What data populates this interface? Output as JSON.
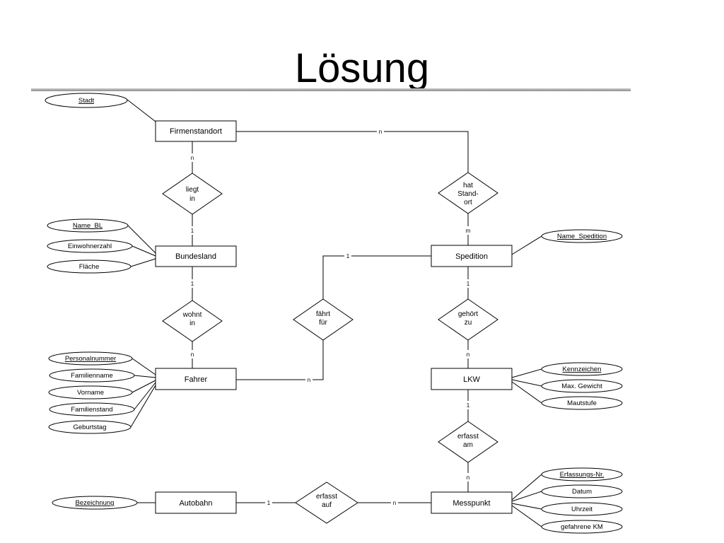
{
  "title": "Lösung",
  "entities": {
    "firmenstandort": "Firmenstandort",
    "bundesland": "Bundesland",
    "fahrer": "Fahrer",
    "autobahn": "Autobahn",
    "spedition": "Spedition",
    "lkw": "LKW",
    "messpunkt": "Messpunkt"
  },
  "relationships": {
    "liegt_in": [
      "liegt",
      "in"
    ],
    "wohnt_in": [
      "wohnt",
      "in"
    ],
    "faehrt_fuer": [
      "fährt",
      "für"
    ],
    "hat_standort": [
      "hat",
      "Stand-",
      "ort"
    ],
    "gehoert_zu": [
      "gehört",
      "zu"
    ],
    "erfasst_am": [
      "erfasst",
      "am"
    ],
    "erfasst_auf": [
      "erfasst",
      "auf"
    ]
  },
  "attributes": {
    "stadt": "Stadt",
    "name_bl": "Name_BL",
    "einwohnerzahl": "Einwohnerzahl",
    "flaeche": "Fläche",
    "personalnummer": "Personalnummer",
    "familienname": "Familienname",
    "vorname": "Vorname",
    "familienstand": "Familienstand",
    "geburtstag": "Geburtstag",
    "bezeichnung": "Bezeichnung",
    "name_spedition": "Name_Spedition",
    "kennzeichen": "Kennzeichen",
    "max_gewicht": "Max. Gewicht",
    "mautstufe": "Mautstufe",
    "erfassungs_nr": "Erfassungs-Nr.",
    "datum": "Datum",
    "uhrzeit": "Uhrzeit",
    "gefahrene_km": "gefahrene KM"
  },
  "cardinalities": {
    "firmenstandort_hat": "n",
    "firmenstandort_liegt": "n",
    "bundesland_liegt": "1",
    "bundesland_wohnt": "1",
    "fahrer_wohnt": "n",
    "fahrer_faehrt": "n",
    "spedition_faehrt": "1",
    "spedition_hat": "m",
    "spedition_gehoert": "1",
    "lkw_gehoert": "n",
    "lkw_erfasst": "1",
    "messpunkt_erfasst_am": "n",
    "autobahn_erfasst_auf": "1",
    "messpunkt_erfasst_auf": "n"
  }
}
